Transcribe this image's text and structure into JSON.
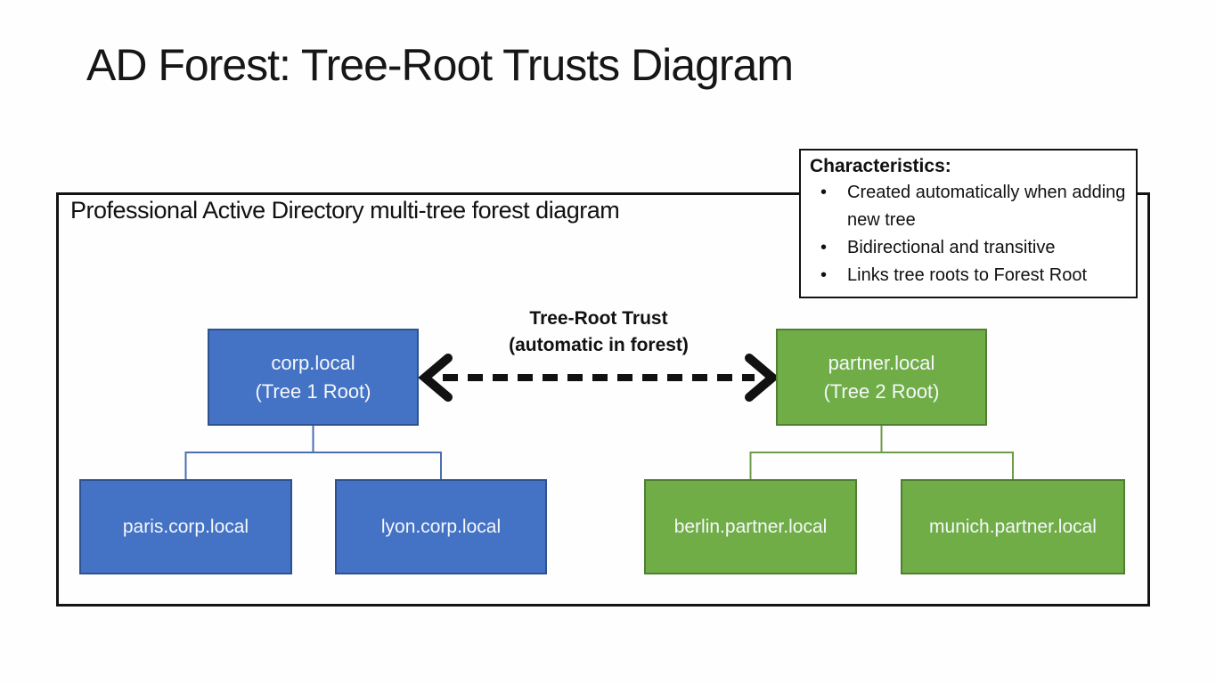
{
  "page": {
    "title": "AD Forest: Tree-Root Trusts Diagram"
  },
  "frame": {
    "label": "Professional Active Directory multi-tree forest diagram"
  },
  "characteristics": {
    "heading": "Characteristics:",
    "items": [
      "Created automatically when adding new tree",
      "Bidirectional and transitive",
      "Links tree roots to Forest Root"
    ]
  },
  "trust": {
    "line1": "Tree-Root Trust",
    "line2": "(automatic in forest)"
  },
  "tree1": {
    "root": {
      "name": "corp.local",
      "role": "(Tree 1 Root)"
    },
    "children": [
      {
        "name": "paris.corp.local"
      },
      {
        "name": "lyon.corp.local"
      }
    ],
    "fill": "#4472C4",
    "border": "#2F528F"
  },
  "tree2": {
    "root": {
      "name": "partner.local",
      "role": "(Tree 2 Root)"
    },
    "children": [
      {
        "name": "berlin.partner.local"
      },
      {
        "name": "munich.partner.local"
      }
    ],
    "fill": "#70AD47",
    "border": "#507E32"
  },
  "colors": {
    "connector_tree1": "#4a6fae",
    "connector_tree2": "#6d9c49",
    "trust_arrow": "#111111"
  }
}
